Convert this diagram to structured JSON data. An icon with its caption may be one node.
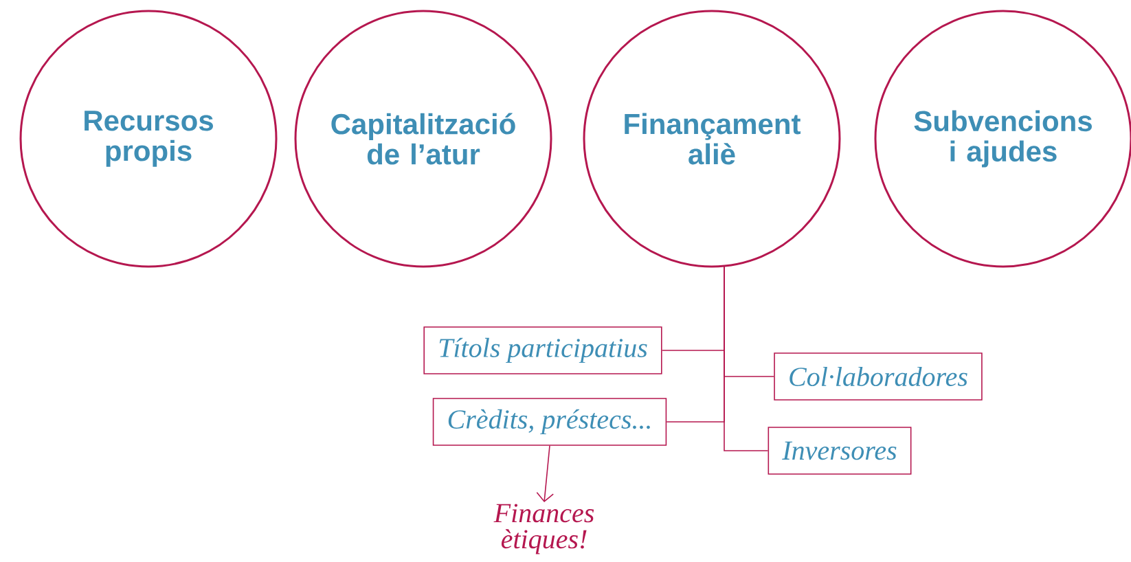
{
  "diagram": {
    "nodes": [
      {
        "text": [
          "Recursos propis"
        ]
      },
      {
        "text": [
          "Capitalització de l’atur"
        ]
      },
      {
        "text": [
          "Finançament aliè"
        ]
      },
      {
        "text": [
          "Subvencions i ajudes"
        ]
      },
      {
        "text": [
          "Títols participatius"
        ]
      },
      {
        "text": [
          "Col·laboradores"
        ]
      },
      {
        "text": [
          "Crèdits, préstecs..."
        ]
      },
      {
        "text": [
          "Inversores"
        ]
      },
      {
        "text": [
          "Finances ètiques!"
        ]
      }
    ],
    "edges": [
      {
        "from": 2,
        "to": 4,
        "arrow": "none"
      },
      {
        "from": 2,
        "to": 5,
        "arrow": "none"
      },
      {
        "from": 2,
        "to": 6,
        "arrow": "none"
      },
      {
        "from": 2,
        "to": 7,
        "arrow": "none"
      },
      {
        "from": 6,
        "to": 8,
        "arrow": "to"
      }
    ]
  }
}
